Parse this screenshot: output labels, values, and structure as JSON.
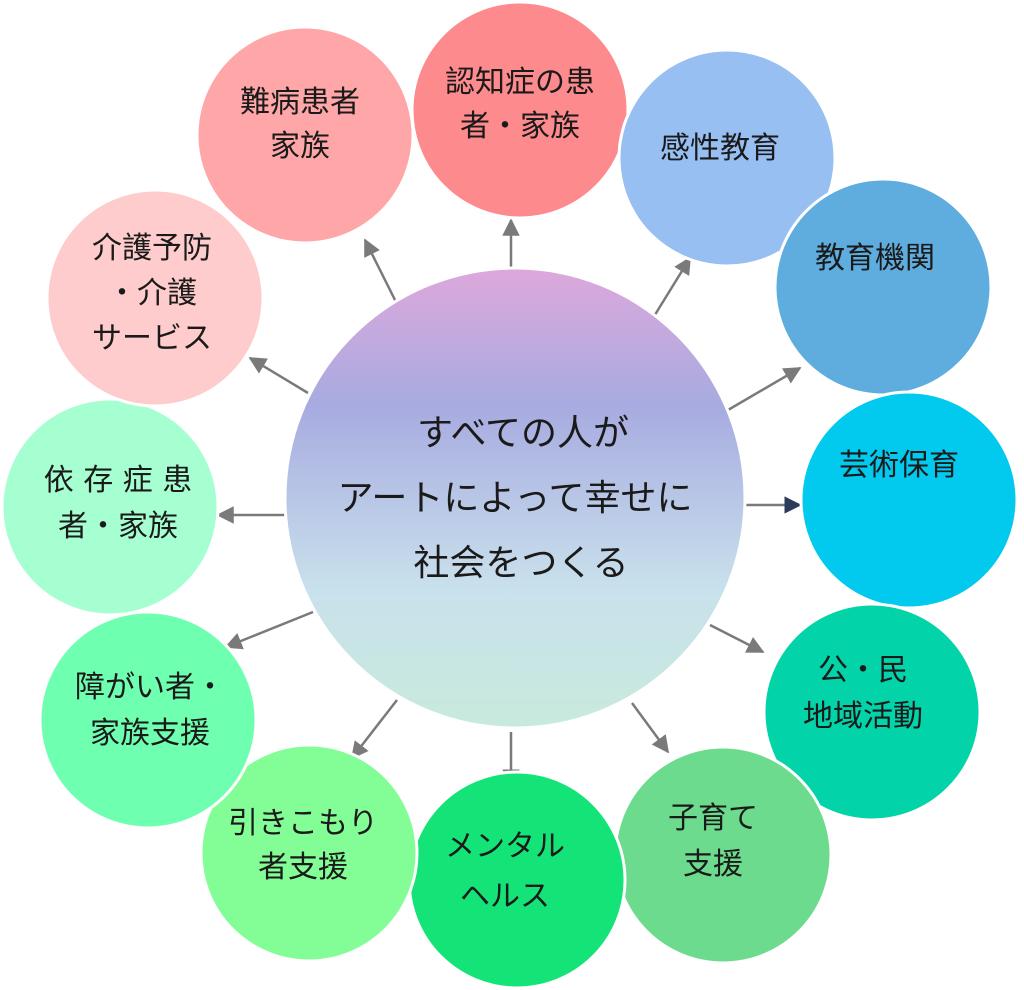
{
  "center": {
    "lines": [
      "すべての人が",
      "アートによって幸せに",
      "社会をつくる"
    ],
    "gradient": [
      "#dda8dc",
      "#a7abe0",
      "#c9e1ec",
      "#c8eadc"
    ]
  },
  "nodes": [
    {
      "id": "dementia",
      "lines": [
        "認知症の患",
        "者・家族"
      ],
      "color": "#fd8a8c"
    },
    {
      "id": "sensibility-education",
      "lines": [
        "感性教育"
      ],
      "color": "#97bff1"
    },
    {
      "id": "educational-institutions",
      "lines": [
        "教育機関"
      ],
      "color": "#5fadde"
    },
    {
      "id": "art-childcare",
      "lines": [
        "芸術保育"
      ],
      "color": "#02c9ee"
    },
    {
      "id": "public-private-activities",
      "lines": [
        "公・民",
        "地域活動"
      ],
      "color": "#02d3a9"
    },
    {
      "id": "child-rearing-support",
      "lines": [
        "子育て",
        "支援"
      ],
      "color": "#6ddb8d"
    },
    {
      "id": "mental-health",
      "lines": [
        "メンタル",
        "ヘルス"
      ],
      "color": "#14e478"
    },
    {
      "id": "hikikomori-support",
      "lines": [
        "引きこもり",
        "者支援"
      ],
      "color": "#83fd95"
    },
    {
      "id": "disability-family-support",
      "lines": [
        "障がい者・",
        "家族支援"
      ],
      "color": "#6effb1"
    },
    {
      "id": "addiction-patients",
      "lines": [
        "依 存 症 患",
        "者・家族"
      ],
      "color": "#a6ffd0"
    },
    {
      "id": "care-prevention",
      "lines": [
        "介護予防",
        "・介護",
        "サービス"
      ],
      "color": "#fecccc"
    },
    {
      "id": "intractable-disease",
      "lines": [
        "難病患者",
        "家族"
      ],
      "color": "#fea6a8"
    }
  ],
  "colors": {
    "arrow": "#7a7a7a",
    "arrow_highlight": "#2e3a5a"
  }
}
